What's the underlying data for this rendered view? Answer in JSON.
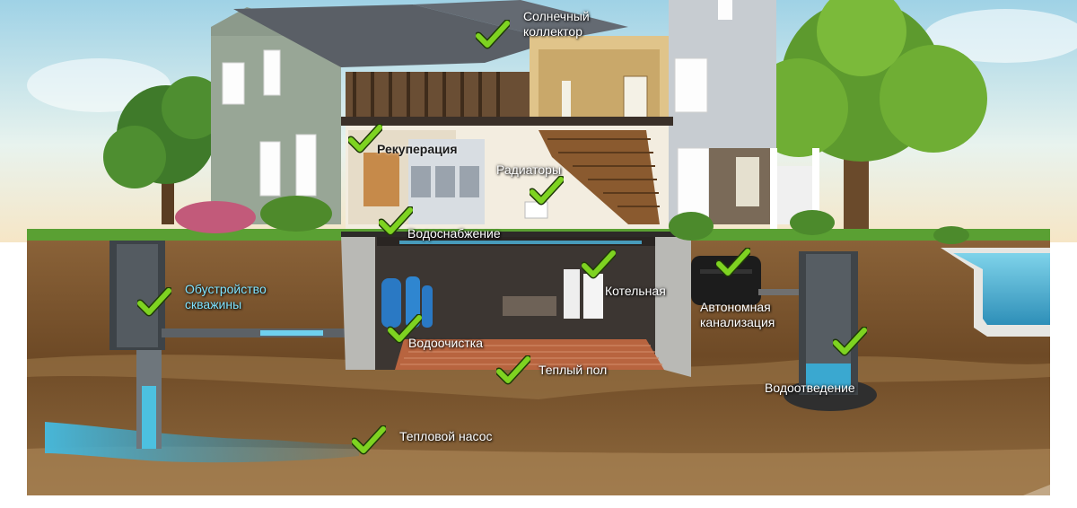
{
  "labels": {
    "solar": "Солнечный\nколлектор",
    "recuperation": "Рекуперация",
    "radiators": "Радиаторы",
    "water_supply": "Водоснабжение",
    "well": "Обустройство\nскважины",
    "boiler": "Котельная",
    "sewage": "Автономная\nканализация",
    "water_treatment": "Водоочистка",
    "floor_heating": "Теплый пол",
    "drainage": "Водоотведение",
    "heat_pump": "Тепловой насос"
  },
  "colors": {
    "check": "#7ed321",
    "sky": "#bfe3ef",
    "soil": "#7a5530",
    "water": "#3fb4d6"
  },
  "icons": [
    "check-icon"
  ]
}
